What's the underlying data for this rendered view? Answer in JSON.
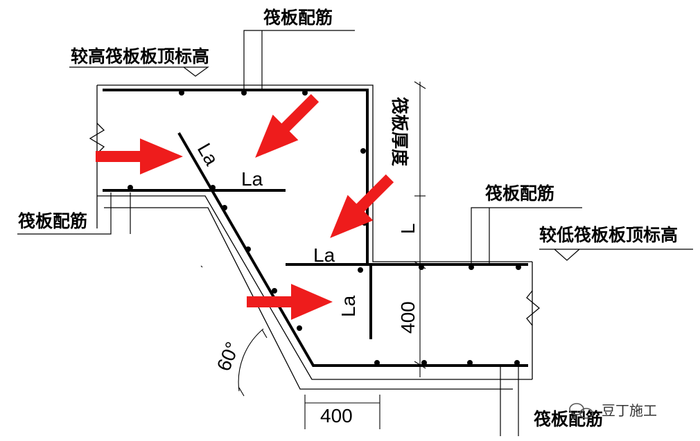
{
  "labels": {
    "top_rebar": "筏板配筋",
    "higher_top_elevation": "较高筏板板顶标高",
    "left_rebar": "筏板配筋",
    "thickness": "筏板厚度",
    "right_rebar": "筏板配筋",
    "lower_top_elevation": "较低筏板板顶标高",
    "bottom_rebar": "筏板配筋"
  },
  "dimensions": {
    "anchor_la": "La",
    "length_l": "L",
    "depth_400": "400",
    "width_400": "400",
    "angle": "60°"
  },
  "watermark": {
    "text": "豆丁施工",
    "icon": "wechat-icon"
  },
  "colors": {
    "arrow": "#ee1c1c",
    "line": "#000000"
  }
}
